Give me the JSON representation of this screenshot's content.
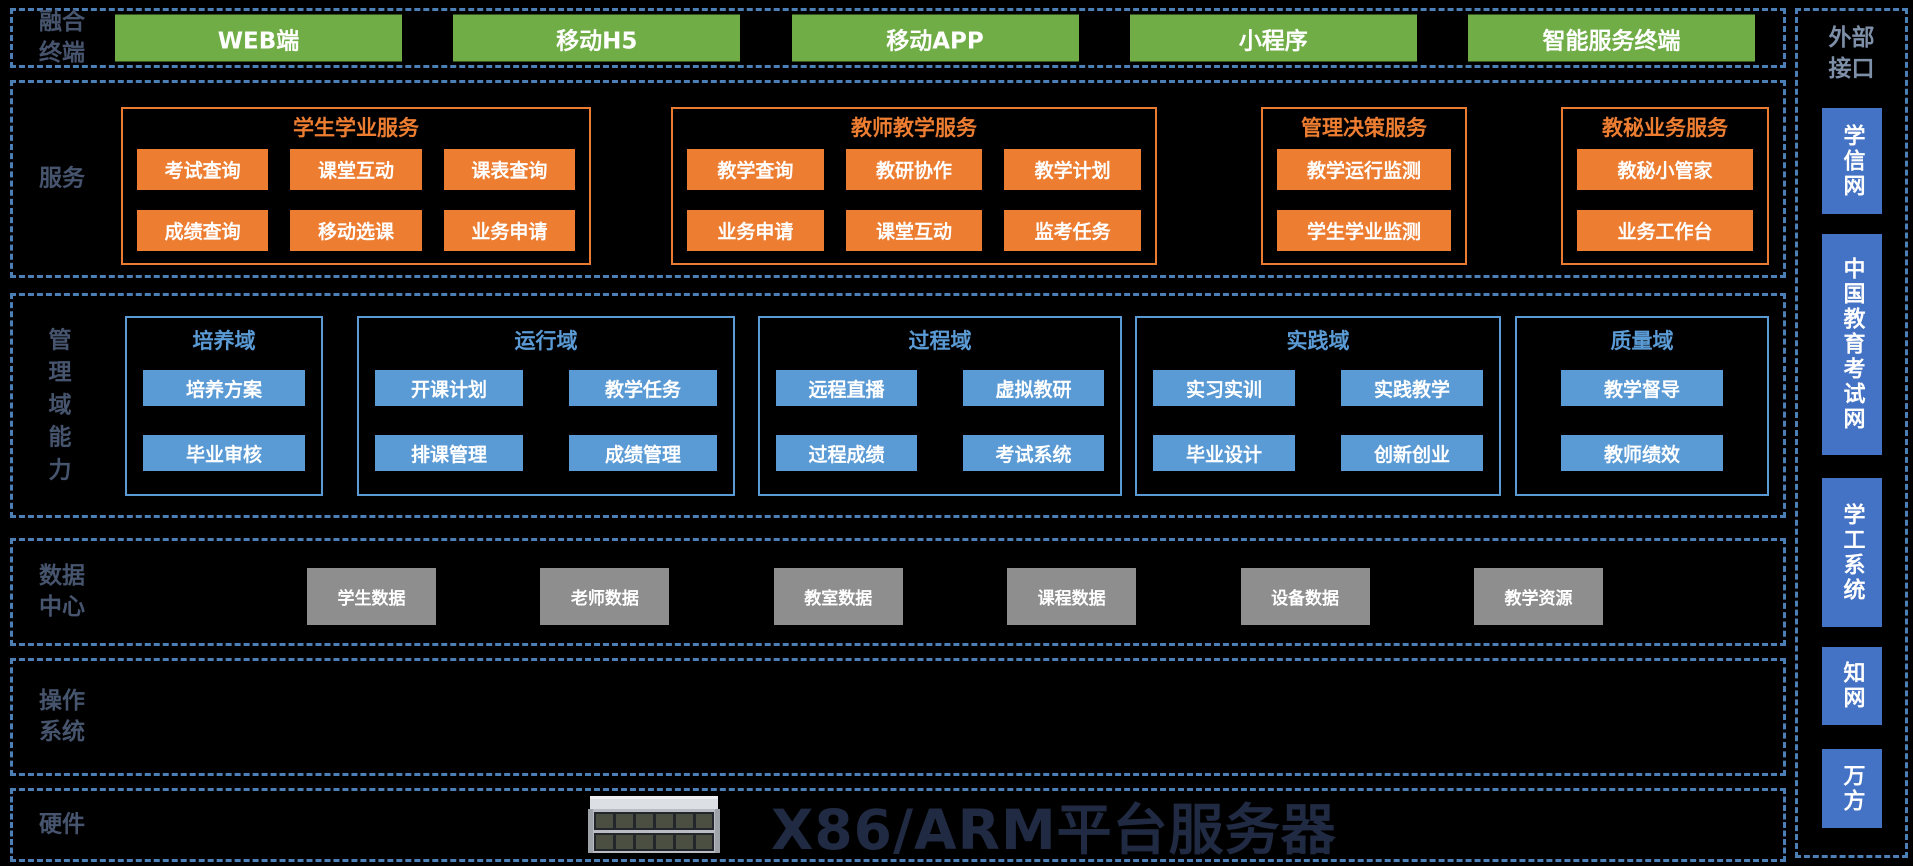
{
  "terminal_row": {
    "label": "融合终端",
    "items": [
      "WEB端",
      "移动H5",
      "移动APP",
      "小程序",
      "智能服务终端"
    ]
  },
  "service_row": {
    "label": "服务",
    "groups": [
      {
        "title": "学生学业服务",
        "items": [
          [
            "考试查询",
            "课堂互动",
            "课表查询"
          ],
          [
            "成绩查询",
            "移动选课",
            "业务申请"
          ]
        ]
      },
      {
        "title": "教师教学服务",
        "items": [
          [
            "教学查询",
            "教研协作",
            "教学计划"
          ],
          [
            "业务申请",
            "课堂互动",
            "监考任务"
          ]
        ]
      },
      {
        "title": "管理决策服务",
        "items": [
          [
            "教学运行监测"
          ],
          [
            "学生学业监测"
          ]
        ]
      },
      {
        "title": "教秘业务服务",
        "items": [
          [
            "教秘小管家"
          ],
          [
            "业务工作台"
          ]
        ]
      }
    ]
  },
  "domain_row": {
    "label": "管理域能力",
    "groups": [
      {
        "title": "培养域",
        "items": [
          [
            "培养方案"
          ],
          [
            "毕业审核"
          ]
        ]
      },
      {
        "title": "运行域",
        "items": [
          [
            "开课计划",
            "教学任务"
          ],
          [
            "排课管理",
            "成绩管理"
          ]
        ]
      },
      {
        "title": "过程域",
        "items": [
          [
            "远程直播",
            "虚拟教研"
          ],
          [
            "过程成绩",
            "考试系统"
          ]
        ]
      },
      {
        "title": "实践域",
        "items": [
          [
            "实习实训",
            "实践教学"
          ],
          [
            "毕业设计",
            "创新创业"
          ]
        ]
      },
      {
        "title": "质量域",
        "items": [
          [
            "教学督导"
          ],
          [
            "教师绩效"
          ]
        ]
      }
    ]
  },
  "data_row": {
    "label": "数据中心",
    "items": [
      "学生数据",
      "老师数据",
      "教室数据",
      "课程数据",
      "设备数据",
      "教学资源"
    ]
  },
  "os_row": {
    "label": "操作系统"
  },
  "hardware_row": {
    "label": "硬件",
    "title": "X86/ARM平台服务器"
  },
  "external": {
    "label": "外部接口",
    "items": [
      "学信网",
      "中国教育考试网",
      "学工系统",
      "知网",
      "万方"
    ]
  },
  "colors": {
    "background": "#000000",
    "dash_border": "#4C7FB5",
    "terminal_green": "#70AD47",
    "service_orange": "#ED7D31",
    "domain_blue": "#5B9BD5",
    "data_gray": "#8E8E8E",
    "external_blue": "#4472C4",
    "row_label_text": "#46546E",
    "hardware_text": "#202A42"
  }
}
